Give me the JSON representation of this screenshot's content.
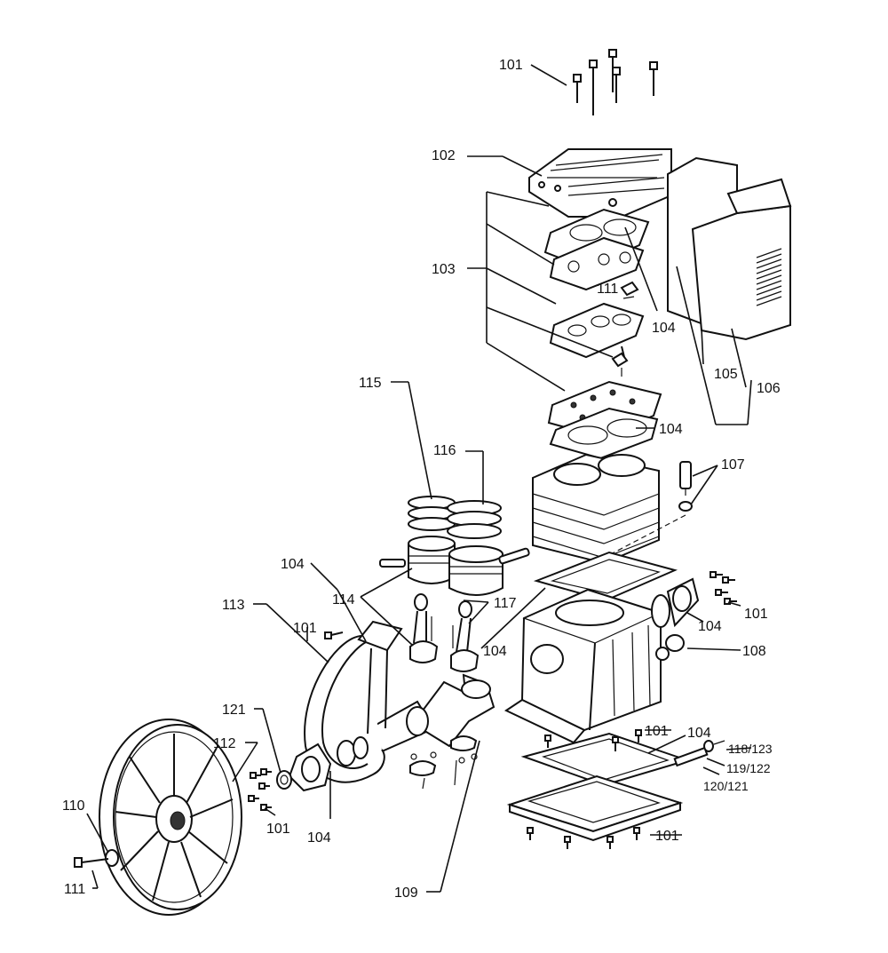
{
  "labels": {
    "l101a": "101",
    "l102": "102",
    "l103": "103",
    "l111a": "111",
    "l104a": "104",
    "l105": "105",
    "l106": "106",
    "l104b": "104",
    "l115": "115",
    "l116": "116",
    "l107": "107",
    "l104c": "104",
    "l114": "114",
    "l117": "117",
    "l101b": "101",
    "l113": "113",
    "l101c": "101",
    "l104d": "104",
    "l104e": "104",
    "l108": "108",
    "l121": "121",
    "l112": "112",
    "l101d": "101",
    "l104f": "104",
    "l118": "118/123",
    "l119": "119/122",
    "l120": "120/121",
    "l110": "110",
    "l101e": "101",
    "l104g": "104",
    "l101f": "101",
    "l111b": "111",
    "l109": "109"
  }
}
